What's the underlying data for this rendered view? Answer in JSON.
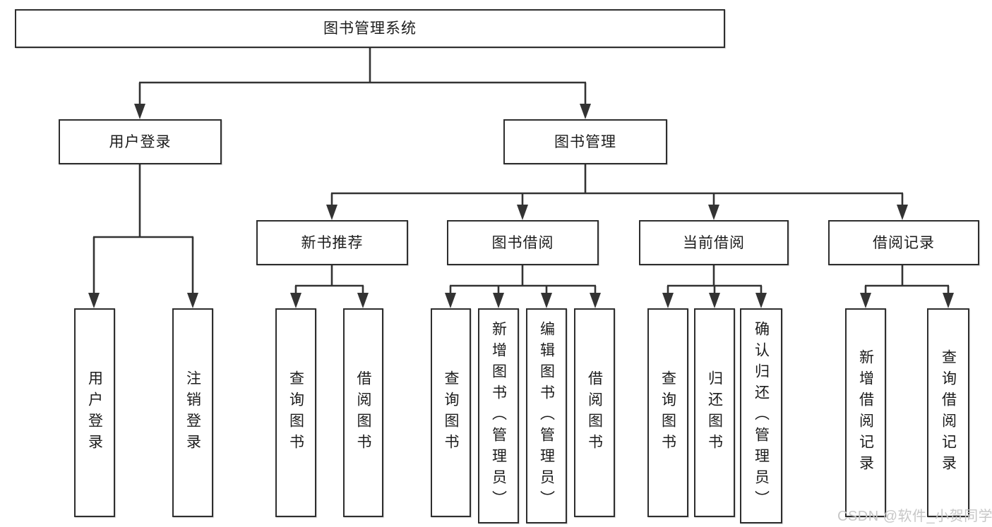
{
  "nodes": {
    "root": "图书管理系统",
    "branches": [
      {
        "label": "用户登录",
        "leaves": [
          "用户登录",
          "注销登录"
        ]
      },
      {
        "label": "图书管理",
        "groups": [
          {
            "label": "新书推荐",
            "leaves": [
              "查询图书",
              "借阅图书"
            ]
          },
          {
            "label": "图书借阅",
            "leaves": [
              "查询图书",
              "新增图书（管理员）",
              "编辑图书（管理员）",
              "借阅图书"
            ]
          },
          {
            "label": "当前借阅",
            "leaves": [
              "查询图书",
              "归还图书",
              "确认归还（管理员）"
            ]
          },
          {
            "label": "借阅记录",
            "leaves": [
              "新增借阅记录",
              "查询借阅记录"
            ]
          }
        ]
      }
    ]
  },
  "watermark": "CSDN @软件_小贺同学",
  "colors": {
    "line-color": "#333333",
    "border-color": "#2e2e2e",
    "text-color": "#1c1c1c",
    "watermark-color": "#c7c7c7",
    "bg-color": "#ffffff"
  }
}
